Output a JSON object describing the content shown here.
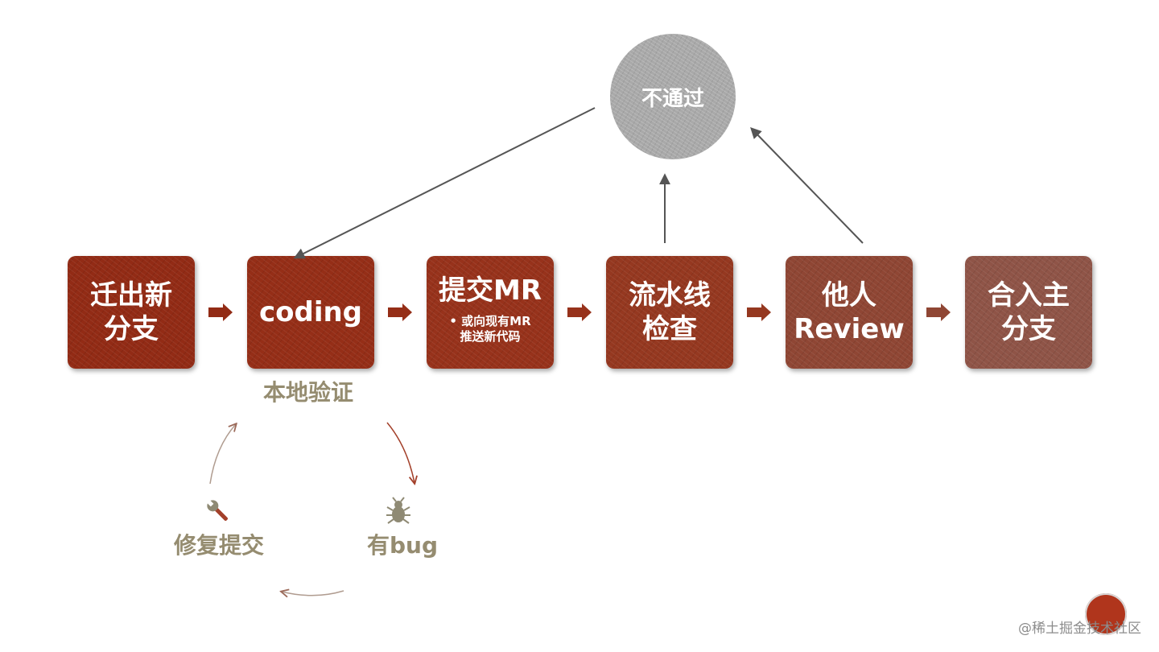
{
  "colors": {
    "step1": "#922b15",
    "step2": "#952e17",
    "step3": "#97321b",
    "step4": "#953820",
    "step5": "#8f4634",
    "step6": "#8f5447",
    "arrow": "#555555",
    "label": "#958c70"
  },
  "steps": [
    {
      "lines": [
        "迁出新",
        "分支"
      ],
      "sub": []
    },
    {
      "lines": [
        "coding"
      ],
      "sub": []
    },
    {
      "lines": [
        "提交MR"
      ],
      "sub": [
        "• 或向现有MR",
        "推送新代码"
      ]
    },
    {
      "lines": [
        "流水线",
        "检查"
      ],
      "sub": []
    },
    {
      "lines": [
        "他人",
        "Review"
      ],
      "sub": []
    },
    {
      "lines": [
        "合入主",
        "分支"
      ],
      "sub": []
    }
  ],
  "reject": {
    "label": "不通过"
  },
  "loop": {
    "local_verify": "本地验证",
    "has_bug": "有bug",
    "fix_commit": "修复提交",
    "bug_icon": "bug-icon",
    "fix_icon": "wrench-icon"
  },
  "watermark": "@稀土掘金技术社区"
}
